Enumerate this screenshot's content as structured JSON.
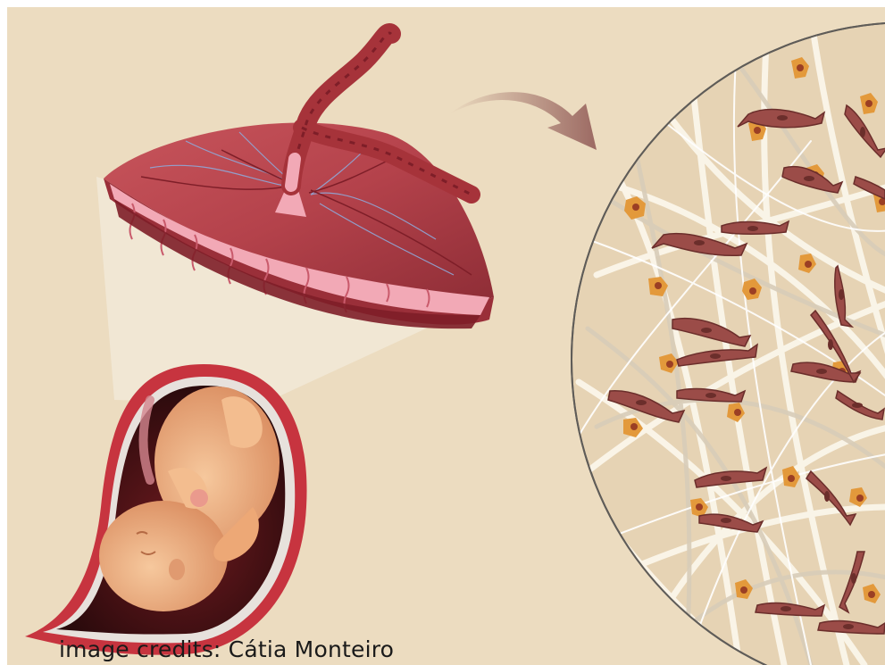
{
  "credit": {
    "text": "image credits: Cátia Monteiro"
  },
  "colors": {
    "background": "#ecdcc0",
    "tissue_fill": "#e6d3b4",
    "placenta_red": "#b5404a",
    "placenta_dark": "#8e2a35",
    "placenta_pink": "#f2a9b6",
    "cord": "#a6333a",
    "fiber": "#fbf6ea",
    "cell_brown": "#9b4c48",
    "cell_orange": "#e3993b",
    "uterus_wall": "#c7343f",
    "fetus_skin": "#f0b184"
  },
  "icons": {
    "placenta": "placenta-illustration",
    "umbilical_cord": "umbilical-cord-illustration",
    "fetus": "fetus-in-uterus-illustration",
    "arrow": "curved-arrow",
    "tissue": "magnified-tissue-fibers-and-cells"
  }
}
